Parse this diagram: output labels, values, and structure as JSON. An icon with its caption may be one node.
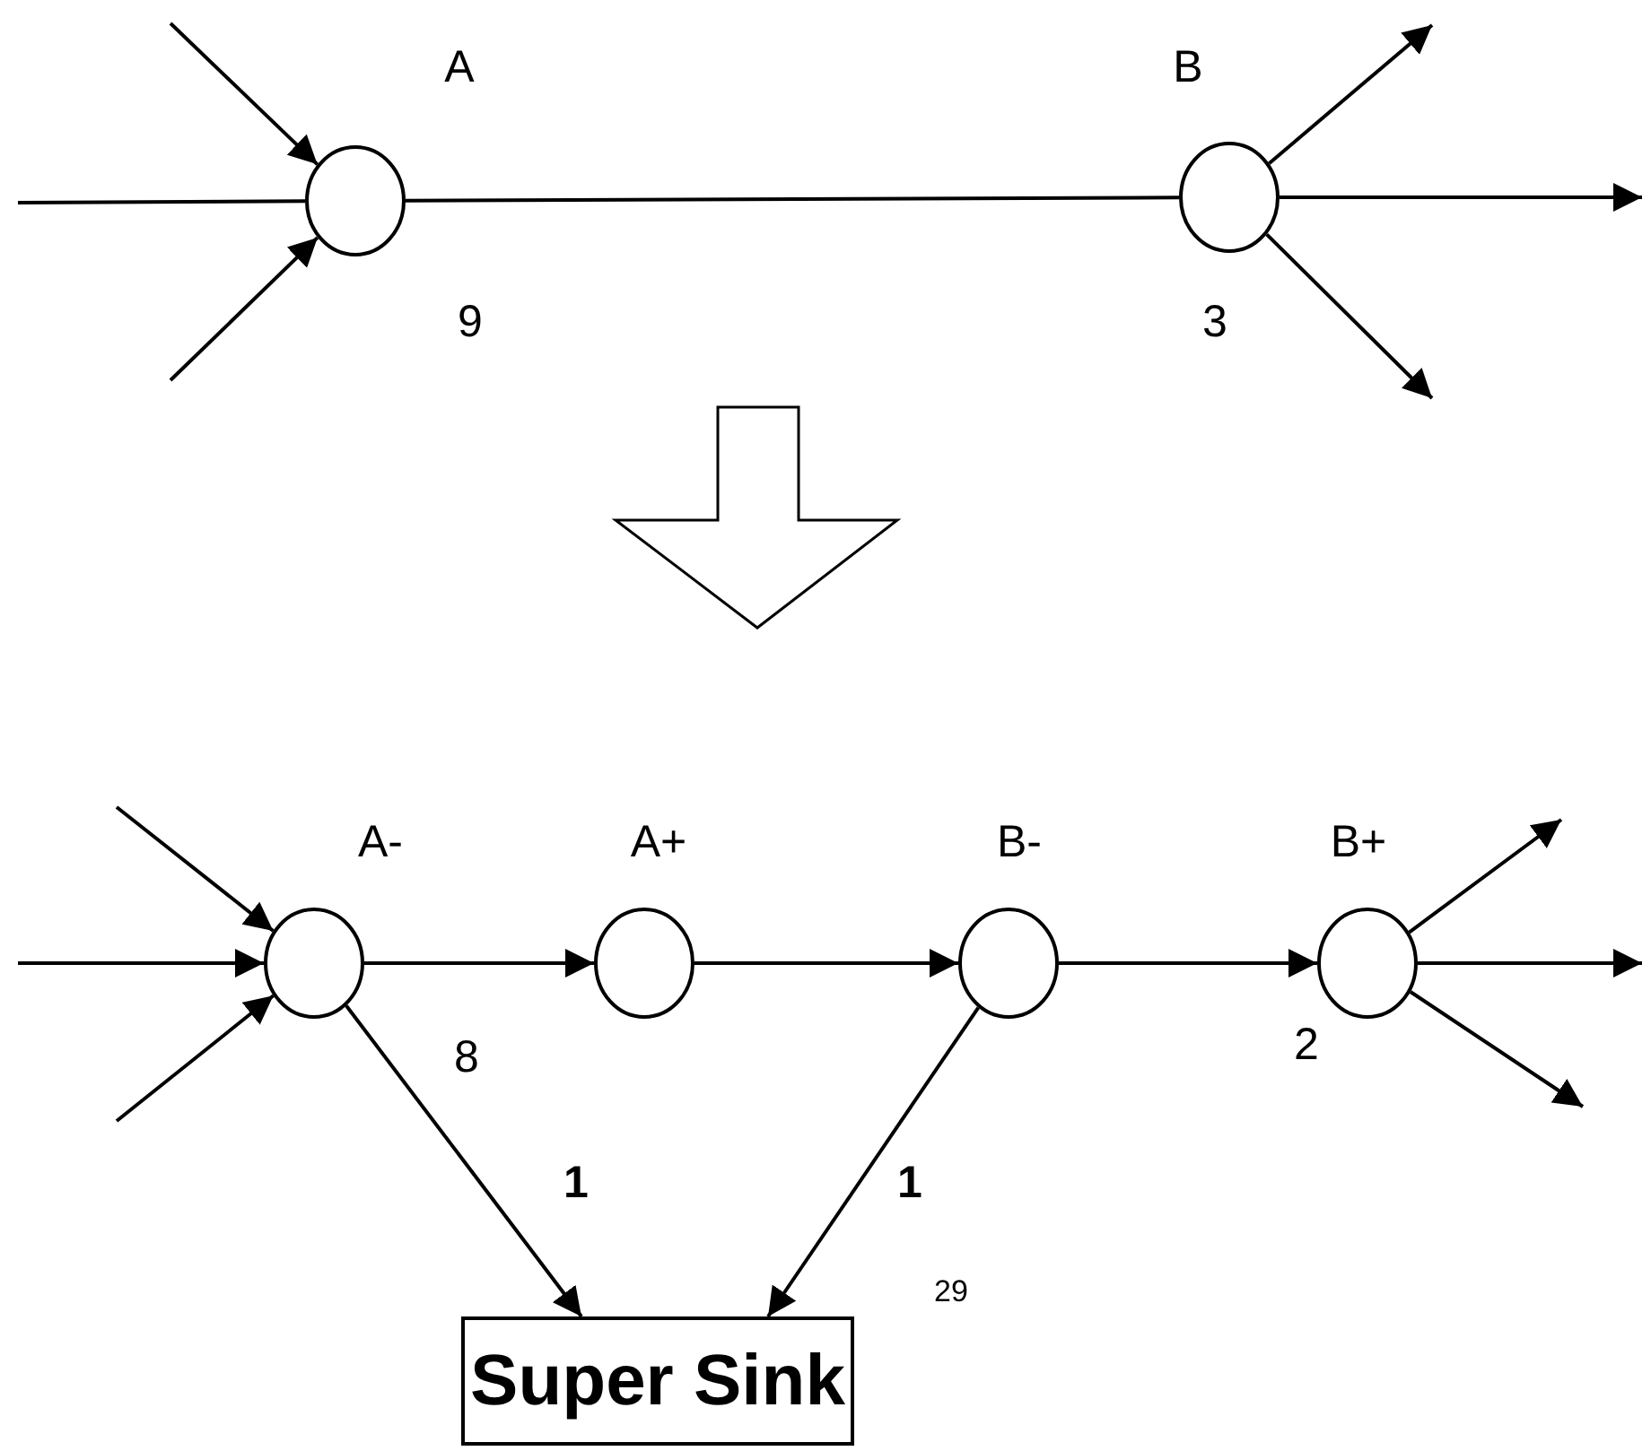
{
  "diagram": {
    "nodes": [
      {
        "text": [],
        "shape": "circle",
        "beside": [
          "A",
          "9"
        ]
      },
      {
        "text": [],
        "shape": "circle",
        "beside": [
          "B",
          "3"
        ]
      },
      {
        "text": [],
        "shape": "circle",
        "beside": [
          "A-",
          "8"
        ]
      },
      {
        "text": [],
        "shape": "circle",
        "beside": [
          "A+"
        ]
      },
      {
        "text": [],
        "shape": "circle",
        "beside": [
          "B-"
        ]
      },
      {
        "text": [],
        "shape": "circle",
        "beside": [
          "B+",
          "2"
        ]
      },
      {
        "text": [
          "Super Sink"
        ]
      }
    ],
    "edges": [
      {
        "from": null,
        "to": 0,
        "arrow": "to"
      },
      {
        "from": null,
        "to": 0,
        "arrow": "none"
      },
      {
        "from": null,
        "to": 0,
        "arrow": "to"
      },
      {
        "from": 0,
        "to": 1,
        "arrow": "none"
      },
      {
        "from": 1,
        "to": null,
        "arrow": "to"
      },
      {
        "from": 1,
        "to": null,
        "arrow": "to"
      },
      {
        "from": 1,
        "to": null,
        "arrow": "to"
      },
      {
        "from": null,
        "to": 2,
        "arrow": "to"
      },
      {
        "from": null,
        "to": 2,
        "arrow": "to"
      },
      {
        "from": null,
        "to": 2,
        "arrow": "to"
      },
      {
        "from": 2,
        "to": 3,
        "arrow": "to"
      },
      {
        "from": 3,
        "to": 4,
        "arrow": "to"
      },
      {
        "from": 4,
        "to": 5,
        "arrow": "to"
      },
      {
        "from": 5,
        "to": null,
        "arrow": "to"
      },
      {
        "from": 5,
        "to": null,
        "arrow": "to"
      },
      {
        "from": 5,
        "to": null,
        "arrow": "to"
      },
      {
        "from": 2,
        "to": 6,
        "arrow": "to",
        "label": "1"
      },
      {
        "from": 4,
        "to": 6,
        "arrow": "to",
        "label": "1"
      }
    ],
    "labels": [
      "29"
    ]
  }
}
